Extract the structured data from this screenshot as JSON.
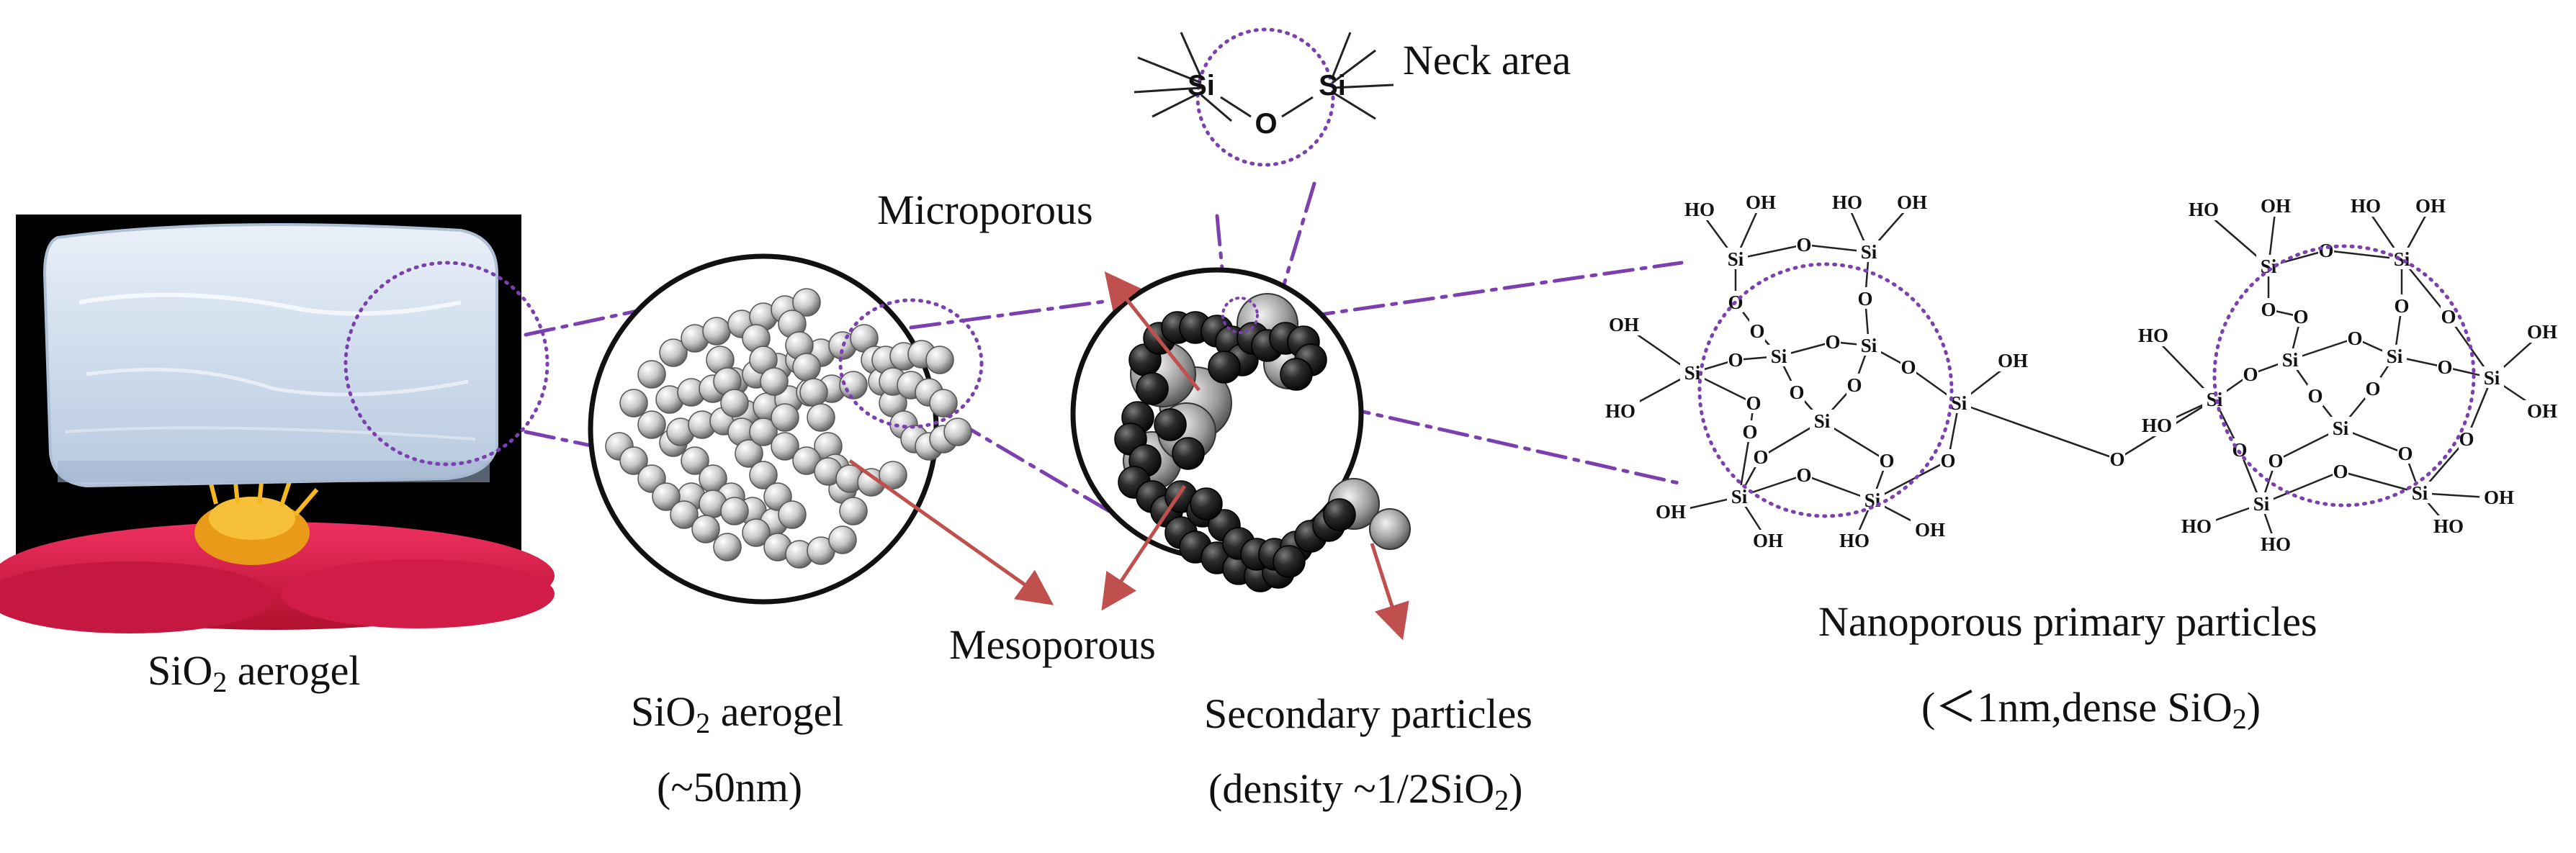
{
  "photo": {
    "caption_main": "SiO",
    "caption_sub": "2",
    "caption_rest": " aerogel"
  },
  "aerogel_circle": {
    "line1_main": "SiO",
    "line1_sub": "2",
    "line1_rest": " aerogel",
    "line2": "(~50nm)"
  },
  "pore_labels": {
    "micro": "Microporous",
    "meso": "Mesoporous"
  },
  "secondary": {
    "line1": "Secondary particles",
    "line2_main": "(density ~1/2SiO",
    "line2_sub": "2",
    "line2_rest": ")"
  },
  "neck": {
    "label": "Neck area",
    "atoms": {
      "si": "Si",
      "o": "O"
    }
  },
  "primary": {
    "line1": "Nanoporous primary particles",
    "line2_main": "(＜1nm,dense SiO",
    "line2_sub": "2",
    "line2_rest": ")"
  },
  "chem": {
    "si": "Si",
    "o": "O",
    "oh": "OH",
    "ho": "HO"
  },
  "colors": {
    "dashed_lines": "#7b3fb0",
    "arrows": "#c0504d",
    "circles": "#111111",
    "sky": "#c9dbef",
    "flower": "#e0204a",
    "stamen": "#f0a020"
  }
}
